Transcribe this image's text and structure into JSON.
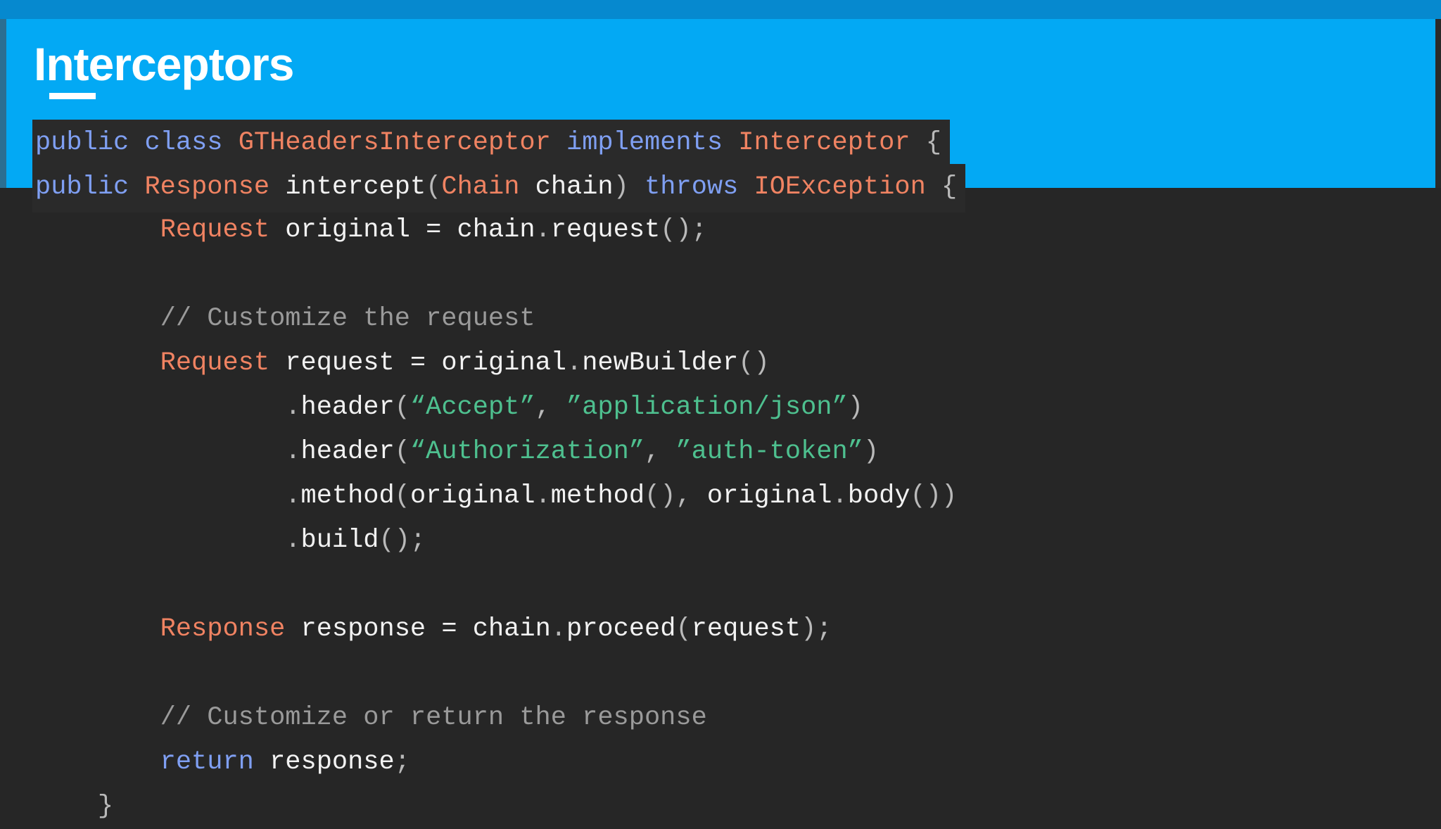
{
  "slide": {
    "title": "Interceptors",
    "banner_color": "#03a9f4",
    "top_strip_color": "#0689cf",
    "code_background": "#262626"
  },
  "theme": {
    "keyword_color": "#7f9ff2",
    "type_color": "#f08362",
    "string_color": "#4ec08f",
    "comment_color": "#9a9a9a",
    "punctuation_color": "#b9b9b9",
    "plain_color": "#f2f2f2"
  },
  "code": {
    "language": "java",
    "lines": [
      {
        "id": "line-class-decl",
        "boxed": true,
        "text": "public class GTHeadersInterceptor implements Interceptor {",
        "tokens": [
          {
            "t": "public",
            "c": "kw"
          },
          {
            "t": " ",
            "c": "pln"
          },
          {
            "t": "class",
            "c": "kw"
          },
          {
            "t": " ",
            "c": "pln"
          },
          {
            "t": "GTHeadersInterceptor",
            "c": "typ"
          },
          {
            "t": " ",
            "c": "pln"
          },
          {
            "t": "implements",
            "c": "kw"
          },
          {
            "t": " ",
            "c": "pln"
          },
          {
            "t": "Interceptor",
            "c": "typ"
          },
          {
            "t": " ",
            "c": "pln"
          },
          {
            "t": "{",
            "c": "pun"
          }
        ]
      },
      {
        "id": "line-intercept-signature",
        "boxed": true,
        "text": "public Response intercept(Chain chain) throws IOException {",
        "tokens": [
          {
            "t": "public",
            "c": "kw"
          },
          {
            "t": " ",
            "c": "pln"
          },
          {
            "t": "Response",
            "c": "typ"
          },
          {
            "t": " ",
            "c": "pln"
          },
          {
            "t": "intercept",
            "c": "pln"
          },
          {
            "t": "(",
            "c": "pun"
          },
          {
            "t": "Chain",
            "c": "typ"
          },
          {
            "t": " chain",
            "c": "pln"
          },
          {
            "t": ")",
            "c": "pun"
          },
          {
            "t": " ",
            "c": "pln"
          },
          {
            "t": "throws",
            "c": "kw"
          },
          {
            "t": " ",
            "c": "pln"
          },
          {
            "t": "IOException",
            "c": "typ"
          },
          {
            "t": " ",
            "c": "pln"
          },
          {
            "t": "{",
            "c": "pun"
          }
        ]
      },
      {
        "id": "line-original-request",
        "boxed": false,
        "text": "        Request original = chain.request();",
        "tokens": [
          {
            "t": "        ",
            "c": "pln"
          },
          {
            "t": "Request",
            "c": "typ"
          },
          {
            "t": " original ",
            "c": "pln"
          },
          {
            "t": "=",
            "c": "pln"
          },
          {
            "t": " chain",
            "c": "pln"
          },
          {
            "t": ".",
            "c": "pun"
          },
          {
            "t": "request",
            "c": "pln"
          },
          {
            "t": "();",
            "c": "pun"
          }
        ]
      },
      {
        "id": "line-blank-1",
        "boxed": false,
        "text": "",
        "tokens": []
      },
      {
        "id": "line-comment-customize-request",
        "boxed": false,
        "text": "        // Customize the request",
        "tokens": [
          {
            "t": "        ",
            "c": "pln"
          },
          {
            "t": "// Customize the request",
            "c": "cmt"
          }
        ]
      },
      {
        "id": "line-new-builder",
        "boxed": false,
        "text": "        Request request = original.newBuilder()",
        "tokens": [
          {
            "t": "        ",
            "c": "pln"
          },
          {
            "t": "Request",
            "c": "typ"
          },
          {
            "t": " request ",
            "c": "pln"
          },
          {
            "t": "=",
            "c": "pln"
          },
          {
            "t": " original",
            "c": "pln"
          },
          {
            "t": ".",
            "c": "pun"
          },
          {
            "t": "newBuilder",
            "c": "pln"
          },
          {
            "t": "()",
            "c": "pun"
          }
        ]
      },
      {
        "id": "line-header-accept",
        "boxed": false,
        "text": "                .header(“Accept”, ”application/json”)",
        "tokens": [
          {
            "t": "                ",
            "c": "pln"
          },
          {
            "t": ".",
            "c": "pun"
          },
          {
            "t": "header",
            "c": "pln"
          },
          {
            "t": "(",
            "c": "pun"
          },
          {
            "t": "“Accept”",
            "c": "str"
          },
          {
            "t": ",",
            "c": "pun"
          },
          {
            "t": " ",
            "c": "pln"
          },
          {
            "t": "”application/json”",
            "c": "str"
          },
          {
            "t": ")",
            "c": "pun"
          }
        ]
      },
      {
        "id": "line-header-authorization",
        "boxed": false,
        "text": "                .header(“Authorization”, ”auth-token”)",
        "tokens": [
          {
            "t": "                ",
            "c": "pln"
          },
          {
            "t": ".",
            "c": "pun"
          },
          {
            "t": "header",
            "c": "pln"
          },
          {
            "t": "(",
            "c": "pun"
          },
          {
            "t": "“Authorization”",
            "c": "str"
          },
          {
            "t": ",",
            "c": "pun"
          },
          {
            "t": " ",
            "c": "pln"
          },
          {
            "t": "”auth-token”",
            "c": "str"
          },
          {
            "t": ")",
            "c": "pun"
          }
        ]
      },
      {
        "id": "line-method",
        "boxed": false,
        "text": "                .method(original.method(), original.body())",
        "tokens": [
          {
            "t": "                ",
            "c": "pln"
          },
          {
            "t": ".",
            "c": "pun"
          },
          {
            "t": "method",
            "c": "pln"
          },
          {
            "t": "(",
            "c": "pun"
          },
          {
            "t": "original",
            "c": "pln"
          },
          {
            "t": ".",
            "c": "pun"
          },
          {
            "t": "method",
            "c": "pln"
          },
          {
            "t": "()",
            "c": "pun"
          },
          {
            "t": ",",
            "c": "pun"
          },
          {
            "t": " original",
            "c": "pln"
          },
          {
            "t": ".",
            "c": "pun"
          },
          {
            "t": "body",
            "c": "pln"
          },
          {
            "t": "())",
            "c": "pun"
          }
        ]
      },
      {
        "id": "line-build",
        "boxed": false,
        "text": "                .build();",
        "tokens": [
          {
            "t": "                ",
            "c": "pln"
          },
          {
            "t": ".",
            "c": "pun"
          },
          {
            "t": "build",
            "c": "pln"
          },
          {
            "t": "();",
            "c": "pun"
          }
        ]
      },
      {
        "id": "line-blank-2",
        "boxed": false,
        "text": "",
        "tokens": []
      },
      {
        "id": "line-proceed",
        "boxed": false,
        "text": "        Response response = chain.proceed(request);",
        "tokens": [
          {
            "t": "        ",
            "c": "pln"
          },
          {
            "t": "Response",
            "c": "typ"
          },
          {
            "t": " response ",
            "c": "pln"
          },
          {
            "t": "=",
            "c": "pln"
          },
          {
            "t": " chain",
            "c": "pln"
          },
          {
            "t": ".",
            "c": "pun"
          },
          {
            "t": "proceed",
            "c": "pln"
          },
          {
            "t": "(",
            "c": "pun"
          },
          {
            "t": "request",
            "c": "pln"
          },
          {
            "t": ");",
            "c": "pun"
          }
        ]
      },
      {
        "id": "line-blank-3",
        "boxed": false,
        "text": "",
        "tokens": []
      },
      {
        "id": "line-comment-customize-response",
        "boxed": false,
        "text": "        // Customize or return the response",
        "tokens": [
          {
            "t": "        ",
            "c": "pln"
          },
          {
            "t": "// Customize or return the response",
            "c": "cmt"
          }
        ]
      },
      {
        "id": "line-return",
        "boxed": false,
        "text": "        return response;",
        "tokens": [
          {
            "t": "        ",
            "c": "pln"
          },
          {
            "t": "return",
            "c": "kw"
          },
          {
            "t": " response",
            "c": "pln"
          },
          {
            "t": ";",
            "c": "pun"
          }
        ]
      },
      {
        "id": "line-closing-brace",
        "boxed": false,
        "text": "    }",
        "tokens": [
          {
            "t": "    ",
            "c": "pln"
          },
          {
            "t": "}",
            "c": "pun"
          }
        ]
      }
    ]
  }
}
